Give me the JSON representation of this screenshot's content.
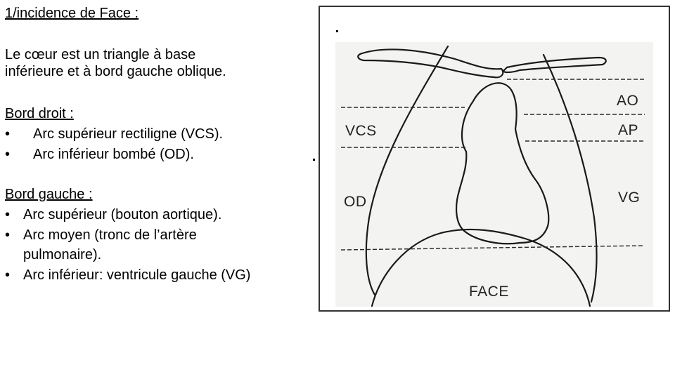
{
  "title": "1/incidence de Face :",
  "intro": [
    "Le cœur est un triangle à base",
    "inférieure et à bord gauche oblique."
  ],
  "bord_droit": {
    "heading": "Bord droit : ",
    "items": [
      "Arc supérieur rectiligne (VCS).",
      "Arc inférieur bombé (OD)."
    ]
  },
  "bord_gauche": {
    "heading": "Bord gauche : ",
    "items": [
      "Arc supérieur (bouton aortique).",
      "Arc moyen (tronc de l’artère",
      "pulmonaire).",
      "Arc inférieur: ventricule gauche (VG)"
    ]
  },
  "bullet_char": "•",
  "diagram": {
    "labels": {
      "vcs": "VCS",
      "od": "OD",
      "ao": "AO",
      "ap": "AP",
      "vg": "VG",
      "face": "FACE"
    }
  }
}
